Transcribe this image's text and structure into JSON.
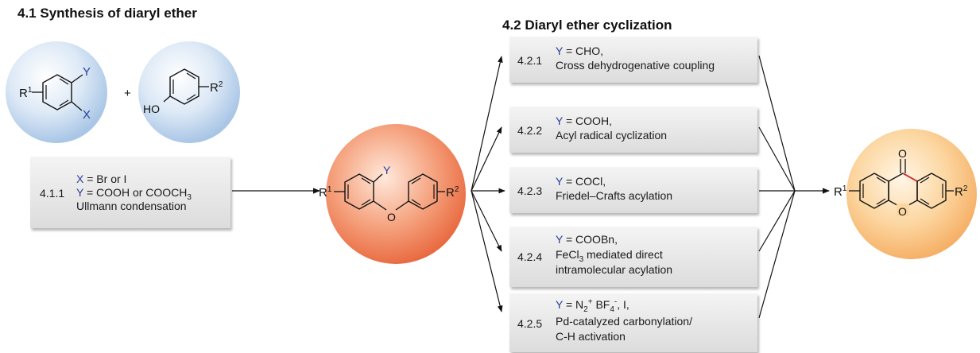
{
  "colors": {
    "y_letter": "#2a3f9a",
    "new_bond": "#d8262b"
  },
  "section1": {
    "title": "4.1 Synthesis of diaryl ether",
    "plus": "+",
    "reactant_a": {
      "r_sub": "1",
      "y": "Y",
      "x": "X"
    },
    "reactant_b": {
      "ho": "HO",
      "r_sub": "2"
    },
    "condition": {
      "code": "4.1.1",
      "line1_x": "X",
      "line1_rest": " = Br or I",
      "line2_y": "Y",
      "line2_rest": " = COOH or COOCH",
      "line2_sub": "3",
      "line3": "Ullmann condensation"
    }
  },
  "intermediate": {
    "r1_sub": "1",
    "r2_sub": "2",
    "y": "Y",
    "o": "O"
  },
  "section2": {
    "title": "4.2 Diaryl ether cyclization",
    "routes": [
      {
        "code": "4.2.1",
        "y": "Y",
        "eq": " = CHO,",
        "desc": "Cross dehydrogenative coupling"
      },
      {
        "code": "4.2.2",
        "y": "Y",
        "eq": " = COOH,",
        "desc": "Acyl radical cyclization"
      },
      {
        "code": "4.2.3",
        "y": "Y",
        "eq": " = COCl,",
        "desc": "Friedel–Crafts acylation"
      },
      {
        "code": "4.2.4",
        "y": "Y",
        "eq": " = COOBn,",
        "desc_a": "FeCl",
        "desc_sub": "3",
        "desc_b": " mediated direct",
        "desc2": "intramolecular acylation"
      },
      {
        "code": "4.2.5",
        "y": "Y",
        "eq_a": " = N",
        "eq_sub": "2",
        "eq_sup1": "+",
        "eq_b": " BF",
        "eq_sub2": "4",
        "eq_sup2": "-",
        "eq_c": ", I,",
        "desc": "Pd-catalyzed carbonylation/",
        "desc2": "C-H activation"
      }
    ]
  },
  "product": {
    "r1_sub": "1",
    "r2_sub": "2",
    "carbonyl_o": "O",
    "ring_o": "O"
  }
}
